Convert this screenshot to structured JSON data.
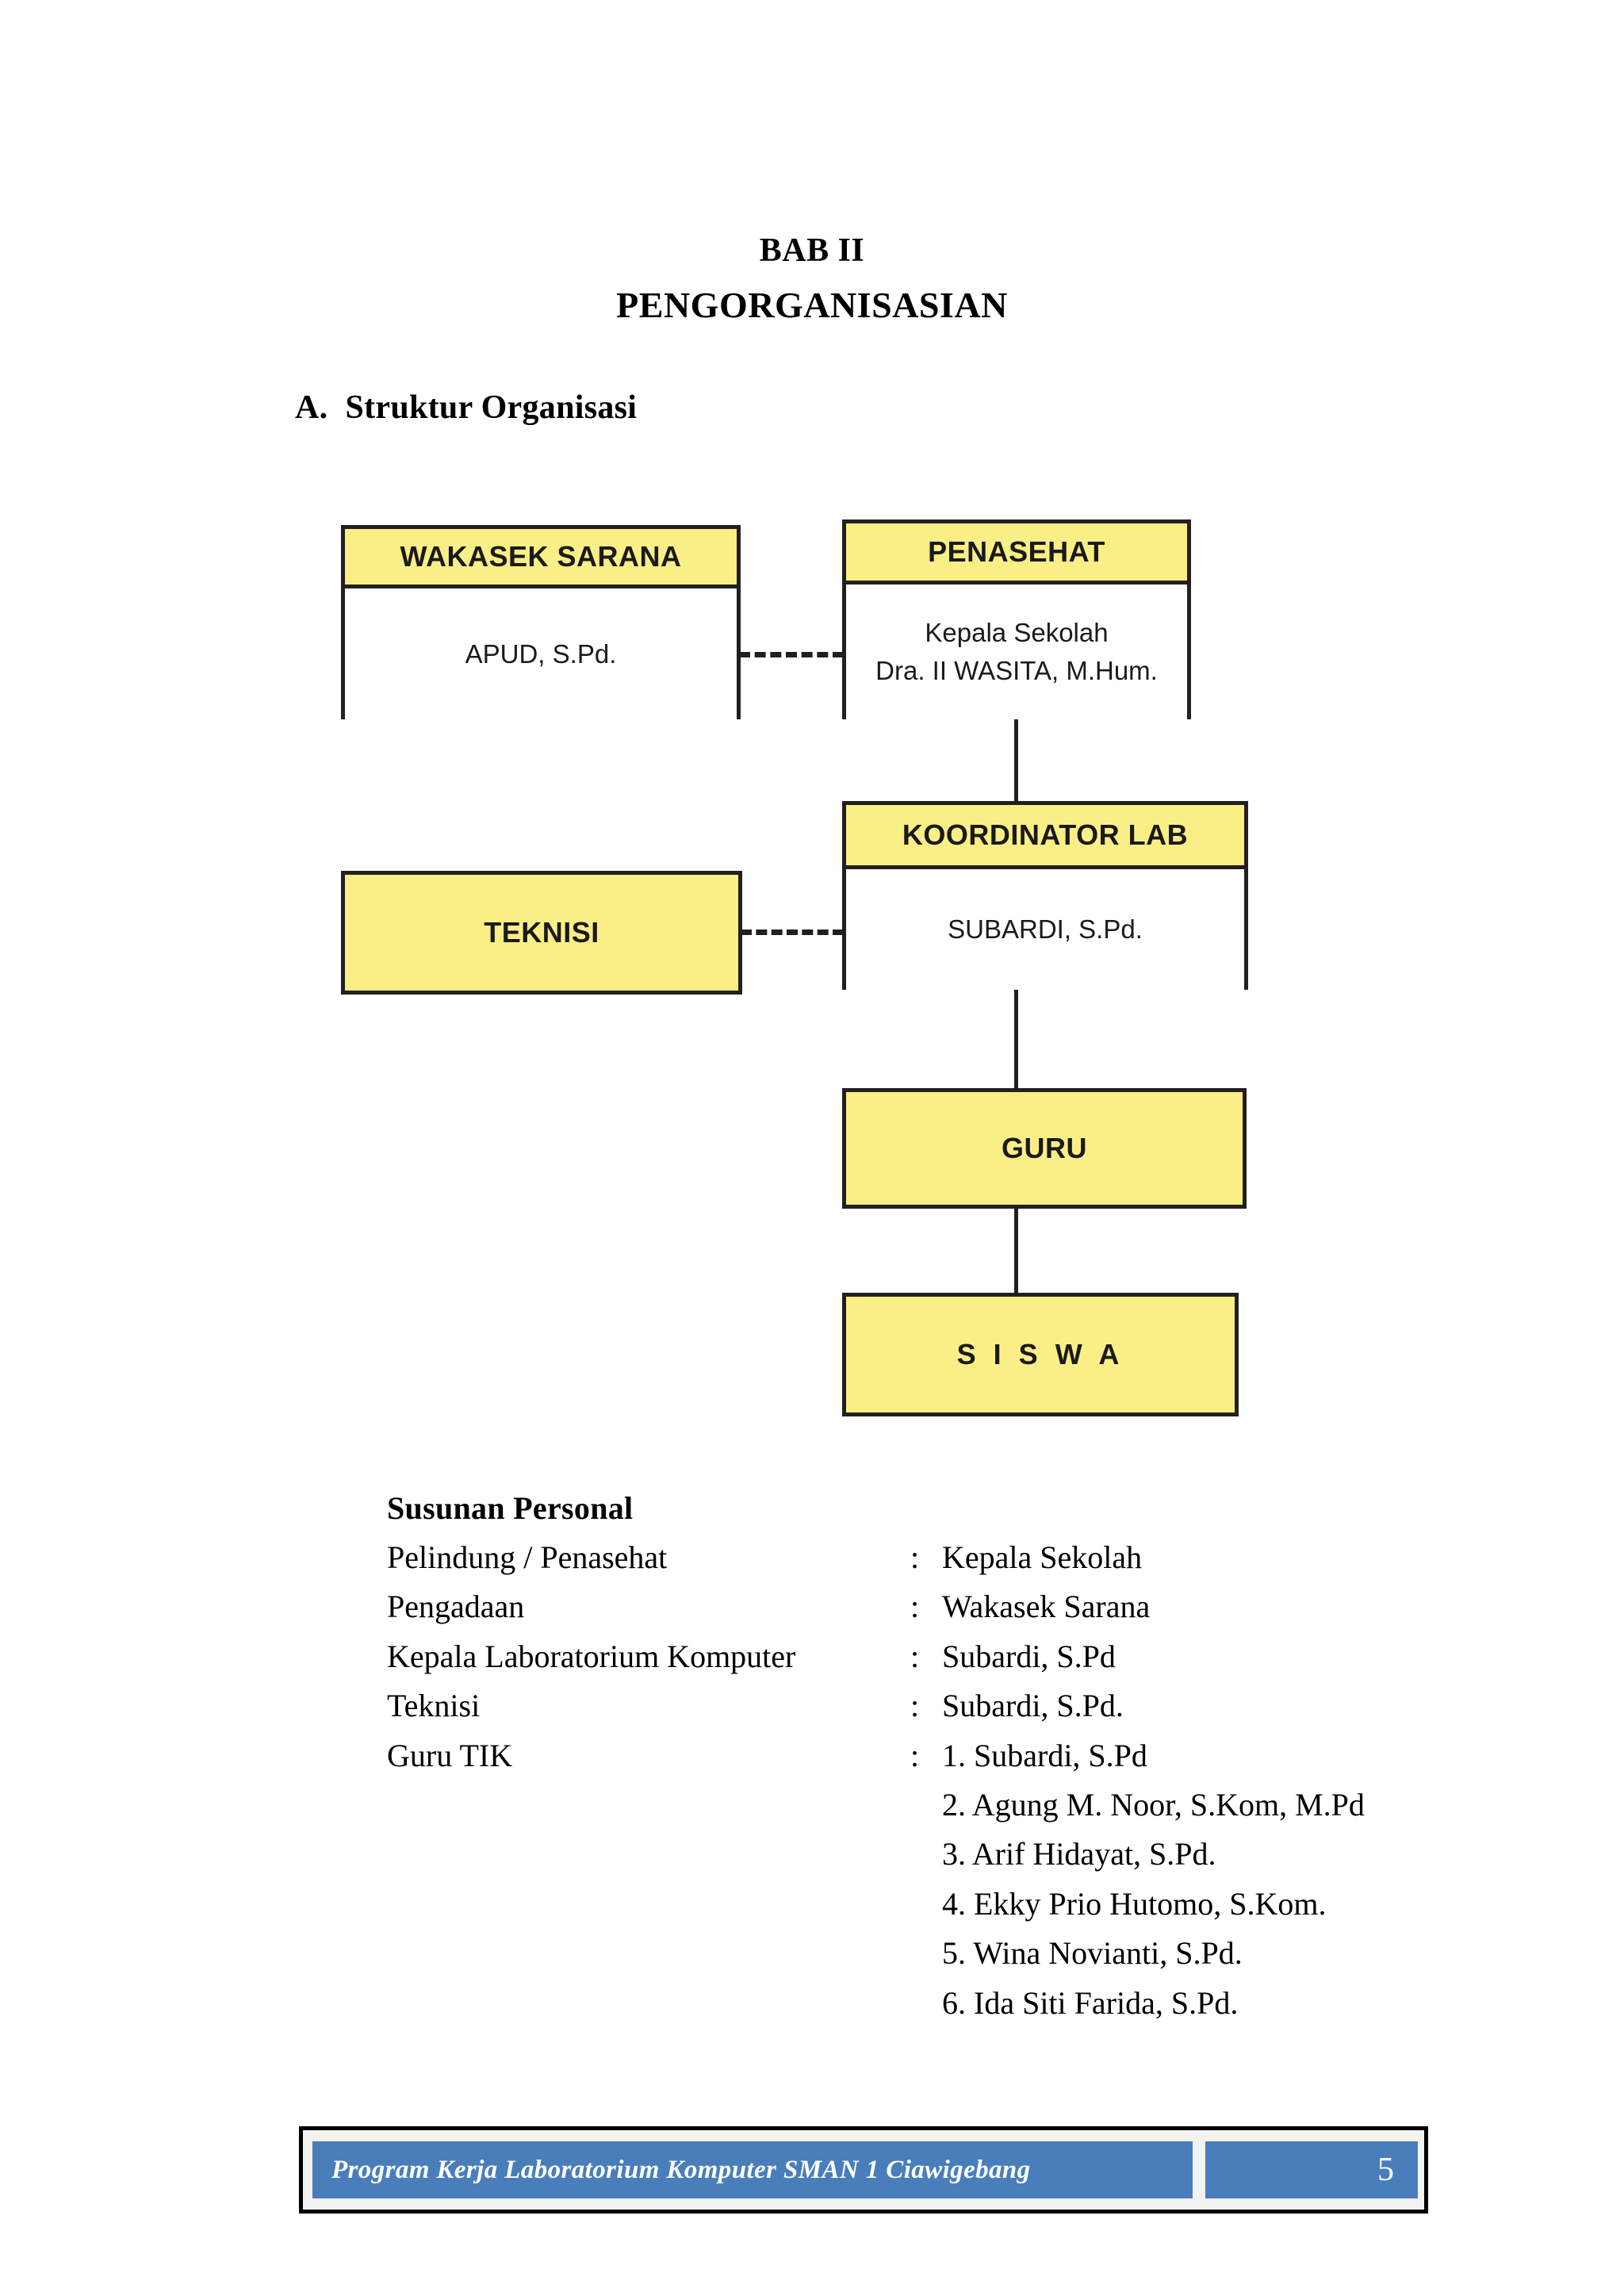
{
  "page": {
    "chapter_label": "BAB II",
    "chapter_title": "PENGORGANISASIAN"
  },
  "section": {
    "letter": "A.",
    "title": "Struktur Organisasi"
  },
  "org_chart": {
    "nodes": [
      {
        "id": "wakasek",
        "header": "WAKASEK SARANA",
        "body_lines": [
          "APUD, S.Pd."
        ]
      },
      {
        "id": "penasehat",
        "header": "PENASEHAT",
        "body_lines": [
          "Kepala Sekolah",
          "Dra. II WASITA, M.Hum."
        ]
      },
      {
        "id": "koordinator",
        "header": "KOORDINATOR LAB",
        "body_lines": [
          "SUBARDI, S.Pd."
        ]
      },
      {
        "id": "teknisi",
        "header": "TEKNISI",
        "body_lines": []
      },
      {
        "id": "guru",
        "header": "GURU",
        "body_lines": []
      },
      {
        "id": "siswa",
        "header": "S I S W A",
        "body_lines": []
      }
    ],
    "colors": {
      "header_fill": "#FAEE86",
      "body_fill": "#FFFFFF",
      "border": "#231F20"
    }
  },
  "personnel": {
    "heading": "Susunan Personal",
    "colon": ":",
    "rows": [
      {
        "role": "Pelindung / Penasehat",
        "value": "Kepala Sekolah"
      },
      {
        "role": "Pengadaan",
        "value": "Wakasek Sarana"
      },
      {
        "role": "Kepala Laboratorium Komputer",
        "value": "Subardi, S.Pd"
      },
      {
        "role": "Teknisi",
        "value": "Subardi, S.Pd."
      },
      {
        "role": "Guru TIK",
        "value": "1. Subardi, S.Pd"
      }
    ],
    "guru_tik_extra": [
      "2. Agung M. Noor, S.Kom, M.Pd",
      "3. Arif Hidayat, S.Pd.",
      "4. Ekky Prio Hutomo, S.Kom.",
      "5. Wina Novianti, S.Pd.",
      "6. Ida Siti Farida, S.Pd."
    ]
  },
  "footer": {
    "text": "Program Kerja Laboratorium Komputer SMAN 1 Ciawigebang",
    "page_number": "5",
    "bar_color": "#4A7EBB"
  }
}
